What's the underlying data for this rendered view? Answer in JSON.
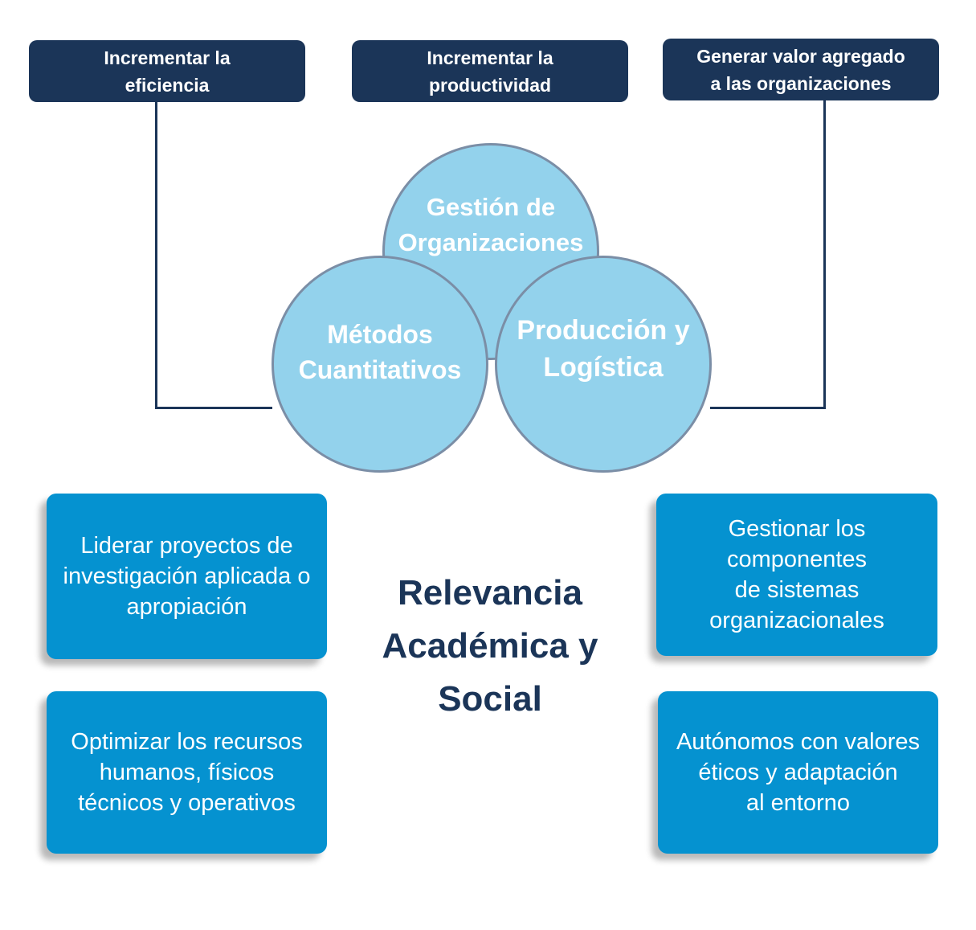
{
  "top_boxes": [
    {
      "line1": "Incrementar la",
      "line2": "eficiencia"
    },
    {
      "line1": "Incrementar la",
      "line2": "productividad"
    },
    {
      "line1": "Generar valor agregado",
      "line2": "a las organizaciones"
    }
  ],
  "circles": {
    "top": {
      "line1": "Gestión de",
      "line2": "Organizaciones"
    },
    "left": {
      "line1": "Métodos",
      "line2": "Cuantitativos"
    },
    "right": {
      "line1": "Producción y",
      "line2": "Logística"
    }
  },
  "center_title": {
    "line1": "Relevancia",
    "line2": "Académica y",
    "line3": "Social"
  },
  "left_boxes": [
    {
      "lines": [
        "Liderar proyectos de",
        "investigación aplicada o",
        "apropiación"
      ]
    },
    {
      "lines": [
        "Optimizar los recursos",
        "humanos, físicos",
        "técnicos y operativos"
      ]
    }
  ],
  "right_boxes": [
    {
      "lines": [
        "Gestionar los",
        "componentes",
        "de sistemas",
        "organizacionales"
      ]
    },
    {
      "lines": [
        "Autónomos con valores",
        "éticos y adaptación",
        "al entorno"
      ]
    }
  ],
  "colors": {
    "navy": "#1b3558",
    "light_blue": "#93d2ec",
    "circle_border": "#7b8ea6",
    "box_blue": "#0592d0"
  }
}
